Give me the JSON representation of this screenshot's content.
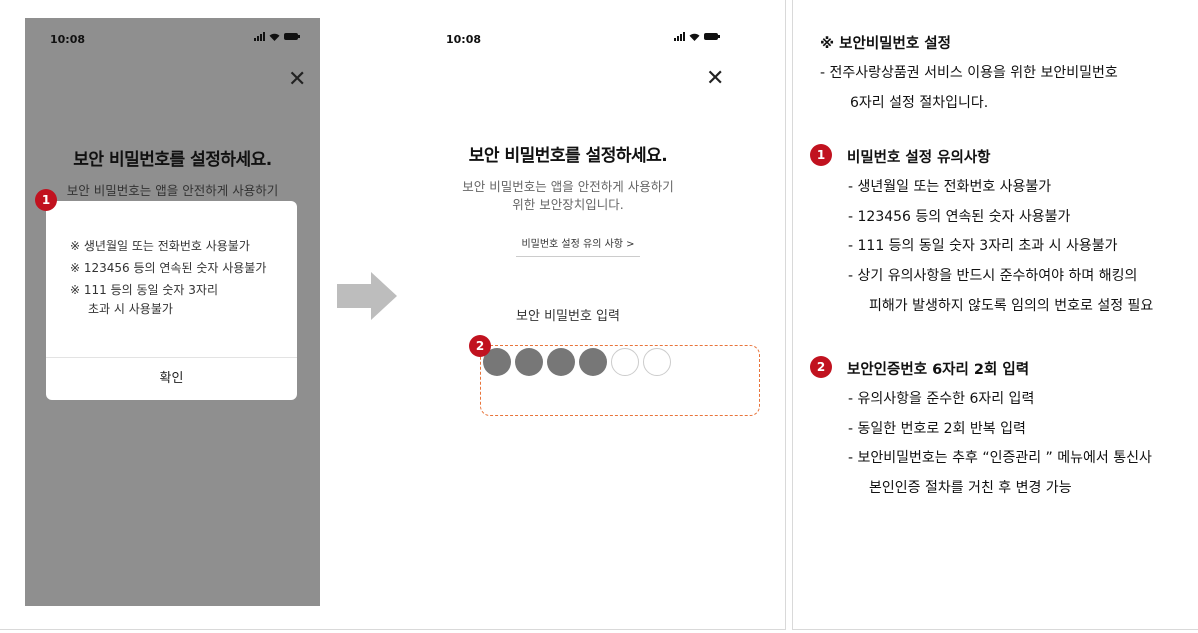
{
  "screen1": {
    "status_time": "10:08",
    "close_label": "X",
    "title": "보안 비밀번호를 설정하세요.",
    "subtitle": "보안 비밀번호는 앱을 안전하게 사용하기",
    "badge": "1",
    "modal_items": [
      "※ 생년월일 또는 전화번호 사용불가",
      "※ 123456 등의 연속된 숫자 사용불가",
      "※ 111 등의 동일 숫자 3자리",
      "초과 시 사용불가"
    ],
    "confirm_label": "확인"
  },
  "screen2": {
    "status_time": "10:08",
    "close_label": "X",
    "title": "보안 비밀번호를 설정하세요.",
    "subtitle_line1": "보안 비밀번호는 앱을 안전하게 사용하기",
    "subtitle_line2": "위한 보안장치입니다.",
    "notice_link": "비밀번호 설정 유의 사항  >",
    "pin_label": "보안 비밀번호 입력",
    "badge": "2",
    "pin_total": 6,
    "pin_filled": 4
  },
  "guide": {
    "title": "※ 보안비밀번호 설정",
    "intro_line1": "-  전주사랑상품권 서비스 이용을 위한 보안비밀번호",
    "intro_line2": "6자리 설정 절차입니다.",
    "section1": {
      "badge": "1",
      "heading": "비밀번호 설정 유의사항",
      "items": [
        "-  생년월일 또는 전화번호 사용불가",
        "-  123456 등의 연속된 숫자 사용불가",
        "-  111 등의 동일 숫자 3자리 초과 시 사용불가",
        "-  상기 유의사항을 반드시 준수하여야 하며 해킹의",
        "피해가 발생하지 않도록 임의의 번호로 설정 필요"
      ]
    },
    "section2": {
      "badge": "2",
      "heading": "보안인증번호 6자리 2회 입력",
      "items": [
        "-  유의사항을 준수한 6자리 입력",
        "-  동일한 번호로 2회 반복 입력",
        "-  보안비밀번호는 추후 “인증관리 ” 메뉴에서 통신사",
        "본인인증 절차를 거친 후 변경 가능"
      ]
    }
  },
  "colors": {
    "badge": "#c1121f",
    "pin_border": "#e8743b",
    "dim": "#8f8f8f"
  }
}
